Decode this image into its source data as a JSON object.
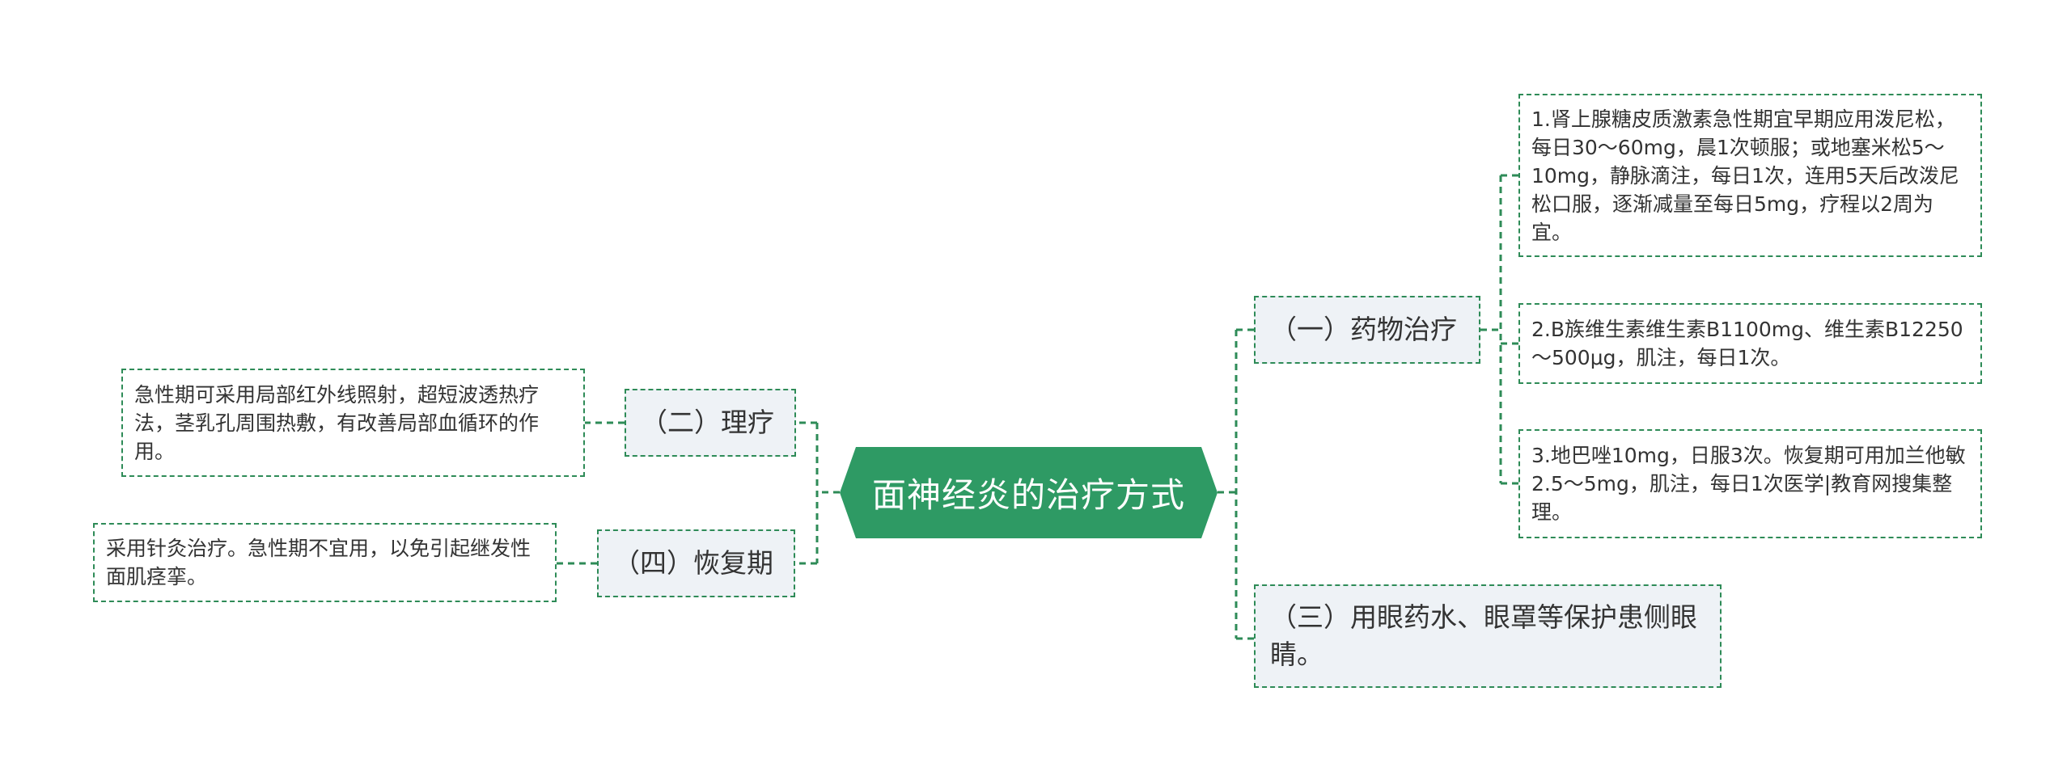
{
  "colors": {
    "accent": "#2e8b57",
    "root_fill": "#2e9a64",
    "branch_bg": "#eef2f6",
    "text": "#333333"
  },
  "root": {
    "label": "面神经炎的治疗方式"
  },
  "branches": {
    "drug": {
      "label": "（一）药物治疗",
      "leaves": [
        "1.肾上腺糖皮质激素急性期宜早期应用泼尼松，每日30～60mg，晨1次顿服；或地塞米松5～10mg，静脉滴注，每日1次，连用5天后改泼尼松口服，逐渐减量至每日5mg，疗程以2周为宜。",
        "2.B族维生素维生素B1100mg、维生素B12250～500μg，肌注，每日1次。",
        "3.地巴唑10mg，日服3次。恢复期可用加兰他敏2.5～5mg，肌注，每日1次医学|教育网搜集整理。"
      ]
    },
    "physio": {
      "label": "（二）理疗",
      "leaf": "急性期可采用局部红外线照射，超短波透热疗法，茎乳孔周围热敷，有改善局部血循环的作用。"
    },
    "eye": {
      "label": "（三）用眼药水、眼罩等保护患侧眼睛。"
    },
    "recovery": {
      "label": "（四）恢复期",
      "leaf": "采用针灸治疗。急性期不宜用，以免引起继发性面肌痉挛。"
    }
  }
}
